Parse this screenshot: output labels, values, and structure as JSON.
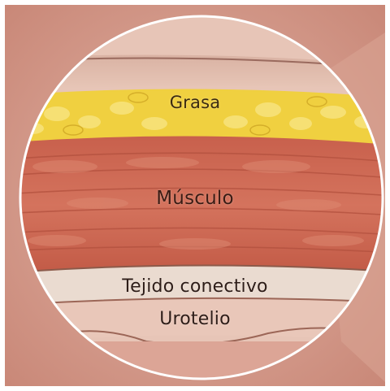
{
  "labels": {
    "fat": "Grasa",
    "muscle": "Músculo",
    "connective_tissue": "Tejido conectivo",
    "urothelium": "Urotelio"
  },
  "colors": {
    "fat": "#f0d040",
    "muscle": "#cf6a55",
    "connective_tissue": "#eadbd0",
    "urothelium": "#e9c7b9",
    "background": "#d79a8a"
  }
}
